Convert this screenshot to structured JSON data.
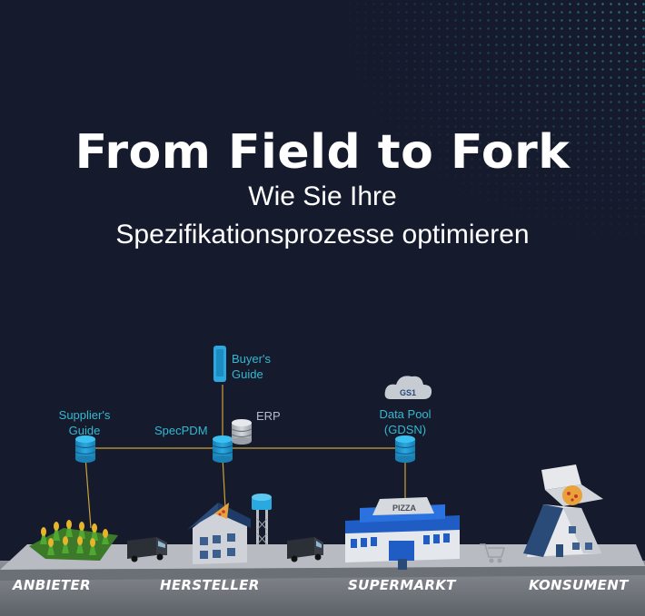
{
  "headline": {
    "title": "From Field to Fork",
    "subtitle_line1": "Wie Sie Ihre",
    "subtitle_line2": "Spezifikationsprozesse optimieren"
  },
  "diagram": {
    "nodes": {
      "buyers_guide_line1": "Buyer's",
      "buyers_guide_line2": "Guide",
      "suppliers_guide_line1": "Supplier's",
      "suppliers_guide_line2": "Guide",
      "specpdm": "SpecPDM",
      "erp": "ERP",
      "gs1_badge": "GS1",
      "data_pool_line1": "Data Pool",
      "data_pool_line2": "(GDSN)"
    },
    "stages": [
      "ANBIETER",
      "HERSTELLER",
      "SUPERMARKT",
      "KONSUMENT"
    ],
    "store_sign": "PIZZA"
  },
  "colors": {
    "background": "#151b2d",
    "accent": "#35b8d0",
    "connector": "#c9a33a",
    "database": "#1f93c8",
    "text": "#ffffff"
  },
  "icons": [
    "smartphone-icon",
    "database-icon",
    "cloud-icon",
    "farm-field-icon",
    "truck-icon",
    "factory-icon",
    "supermarket-icon",
    "shopping-cart-icon",
    "house-icon",
    "pizza-box-icon"
  ]
}
